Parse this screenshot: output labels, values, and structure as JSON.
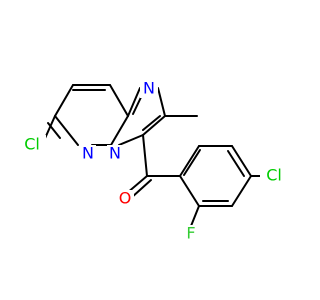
{
  "colors": {
    "background": "#ffffff",
    "carbon_bond": "#000000",
    "nitrogen": "#0000ff",
    "oxygen": "#ff0000",
    "chlorine": "#00cc00",
    "fluorine": "#33cc33"
  },
  "labels": {
    "cl_left": "Cl",
    "n_top": "N",
    "n_bottom_left": "N",
    "n_bridge": "N",
    "o_carbonyl": "O",
    "cl_right": "Cl",
    "f": "F"
  }
}
